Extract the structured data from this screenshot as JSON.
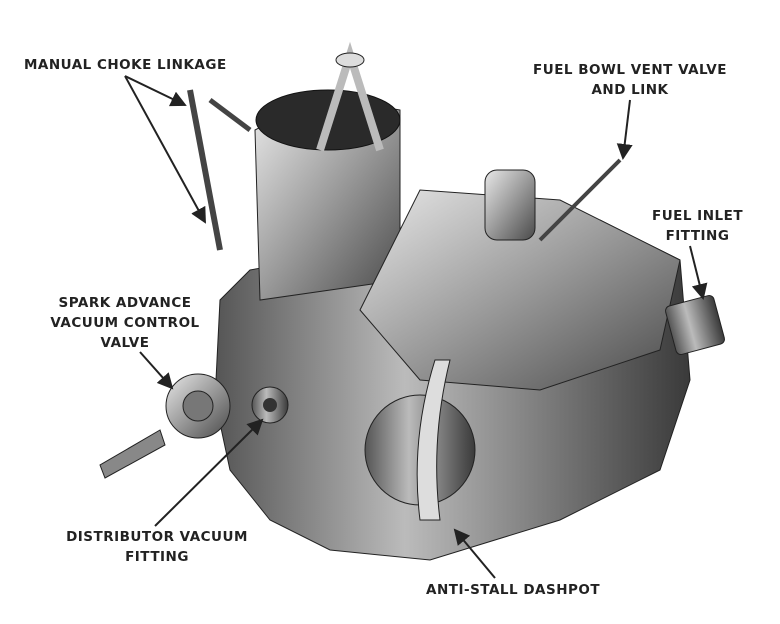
{
  "labels": {
    "manual_choke": "MANUAL CHOKE LINKAGE",
    "fuel_bowl_vent_1": "FUEL BOWL VENT VALVE",
    "fuel_bowl_vent_2": "AND LINK",
    "fuel_inlet_1": "FUEL INLET",
    "fuel_inlet_2": "FITTING",
    "spark_advance_1": "SPARK ADVANCE",
    "spark_advance_2": "VACUUM CONTROL",
    "spark_advance_3": "VALVE",
    "distributor_1": "DISTRIBUTOR VACUUM",
    "distributor_2": "FITTING",
    "anti_stall": "ANTI-STALL DASHPOT"
  }
}
